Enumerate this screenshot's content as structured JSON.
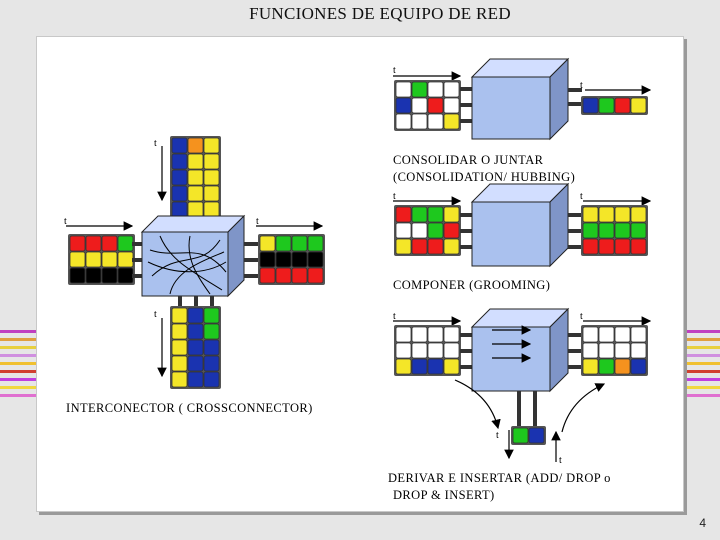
{
  "page_title": "FUNCIONES  DE EQUIPO  DE  RED",
  "page_number": "4",
  "time_label": "t",
  "labels": {
    "consolidate_line1": "CONSOLIDAR  O JUNTAR",
    "consolidate_line2": "(CONSOLIDATION/ HUBBING)",
    "grooming": "COMPONER     (GROOMING)",
    "crossconnect": "INTERCONECTOR  ( CROSSCONNECTOR)",
    "adddrop_line1": "DERIVAR E INSERTAR  (ADD/ DROP  o",
    "adddrop_line2": "DROP & INSERT)"
  },
  "colors": {
    "red": "#ee1c1c",
    "yellow": "#f4e628",
    "green": "#1ec81e",
    "blue": "#1a33b0",
    "orange": "#f5921e",
    "black": "#000000",
    "white": "#ffffff",
    "cube": "#aac1ee",
    "stripe_colors": [
      "#c040c0",
      "#e0a040",
      "#e8d040",
      "#d090e0",
      "#f0c030",
      "#d04030",
      "#c040e0",
      "#f0d840",
      "#e070d0"
    ]
  },
  "modules": {
    "consolidate": {
      "in_upper": [
        [
          "white",
          "green",
          "white",
          "white"
        ],
        [
          "blue",
          "white",
          "red",
          "white"
        ],
        [
          "white",
          "white",
          "white",
          "yellow"
        ]
      ],
      "out": [
        [
          "blue",
          "green",
          "red",
          "yellow"
        ]
      ]
    },
    "grooming": {
      "in": [
        [
          "red",
          "green",
          "green",
          "yellow"
        ],
        [
          "white",
          "white",
          "green",
          "red"
        ],
        [
          "yellow",
          "red",
          "red",
          "yellow"
        ]
      ],
      "out": [
        [
          "yellow",
          "yellow",
          "yellow",
          "yellow"
        ],
        [
          "green",
          "green",
          "green",
          "green"
        ],
        [
          "red",
          "red",
          "red",
          "red"
        ]
      ]
    },
    "crossconnect": {
      "in_top": [
        [
          "blue",
          "orange",
          "yellow"
        ],
        [
          "blue",
          "yellow",
          "yellow"
        ],
        [
          "blue",
          "yellow",
          "yellow"
        ],
        [
          "blue",
          "yellow",
          "yellow"
        ],
        [
          "blue",
          "yellow",
          "yellow"
        ]
      ],
      "in_left": [
        [
          "red",
          "red",
          "red",
          "green"
        ],
        [
          "yellow",
          "yellow",
          "yellow",
          "yellow"
        ],
        [
          "black",
          "black",
          "black",
          "black"
        ]
      ],
      "out_right": [
        [
          "yellow",
          "green",
          "green",
          "green"
        ],
        [
          "black",
          "black",
          "black",
          "black"
        ],
        [
          "red",
          "red",
          "red",
          "red"
        ]
      ],
      "out_bottom": [
        [
          "yellow",
          "blue",
          "green"
        ],
        [
          "yellow",
          "blue",
          "green"
        ],
        [
          "yellow",
          "blue",
          "blue"
        ],
        [
          "yellow",
          "blue",
          "blue"
        ],
        [
          "yellow",
          "blue",
          "blue"
        ]
      ]
    },
    "adddrop": {
      "in": [
        [
          "white",
          "white",
          "white",
          "white"
        ],
        [
          "white",
          "white",
          "white",
          "white"
        ],
        [
          "yellow",
          "blue",
          "blue",
          "yellow"
        ]
      ],
      "out": [
        [
          "white",
          "white",
          "white",
          "white"
        ],
        [
          "white",
          "white",
          "white",
          "white"
        ],
        [
          "yellow",
          "green",
          "orange",
          "blue"
        ]
      ],
      "drop": [
        [
          "green",
          "blue"
        ]
      ]
    }
  }
}
